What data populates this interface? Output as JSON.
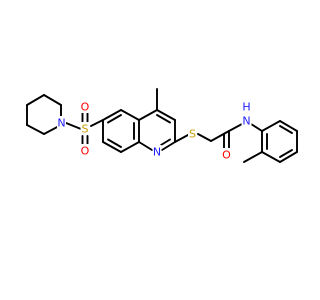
{
  "structure": {
    "atoms": [
      {
        "id": "N_pip",
        "symbol": "N",
        "color": "#2020ff"
      },
      {
        "id": "S_sulfonyl",
        "symbol": "S",
        "color": "#c8a000"
      },
      {
        "id": "O_top",
        "symbol": "O",
        "color": "#ff0000"
      },
      {
        "id": "O_bottom",
        "symbol": "O",
        "color": "#ff0000"
      },
      {
        "id": "N_ring",
        "symbol": "N",
        "color": "#2020ff"
      },
      {
        "id": "S_thio",
        "symbol": "S",
        "color": "#c8a000"
      },
      {
        "id": "O_amide",
        "symbol": "O",
        "color": "#ff0000"
      },
      {
        "id": "NH_amide",
        "symbol": "N",
        "color": "#2020ff"
      },
      {
        "id": "H_amide",
        "symbol": "H",
        "color": "#2020ff"
      }
    ],
    "bond_color": "#000000"
  }
}
